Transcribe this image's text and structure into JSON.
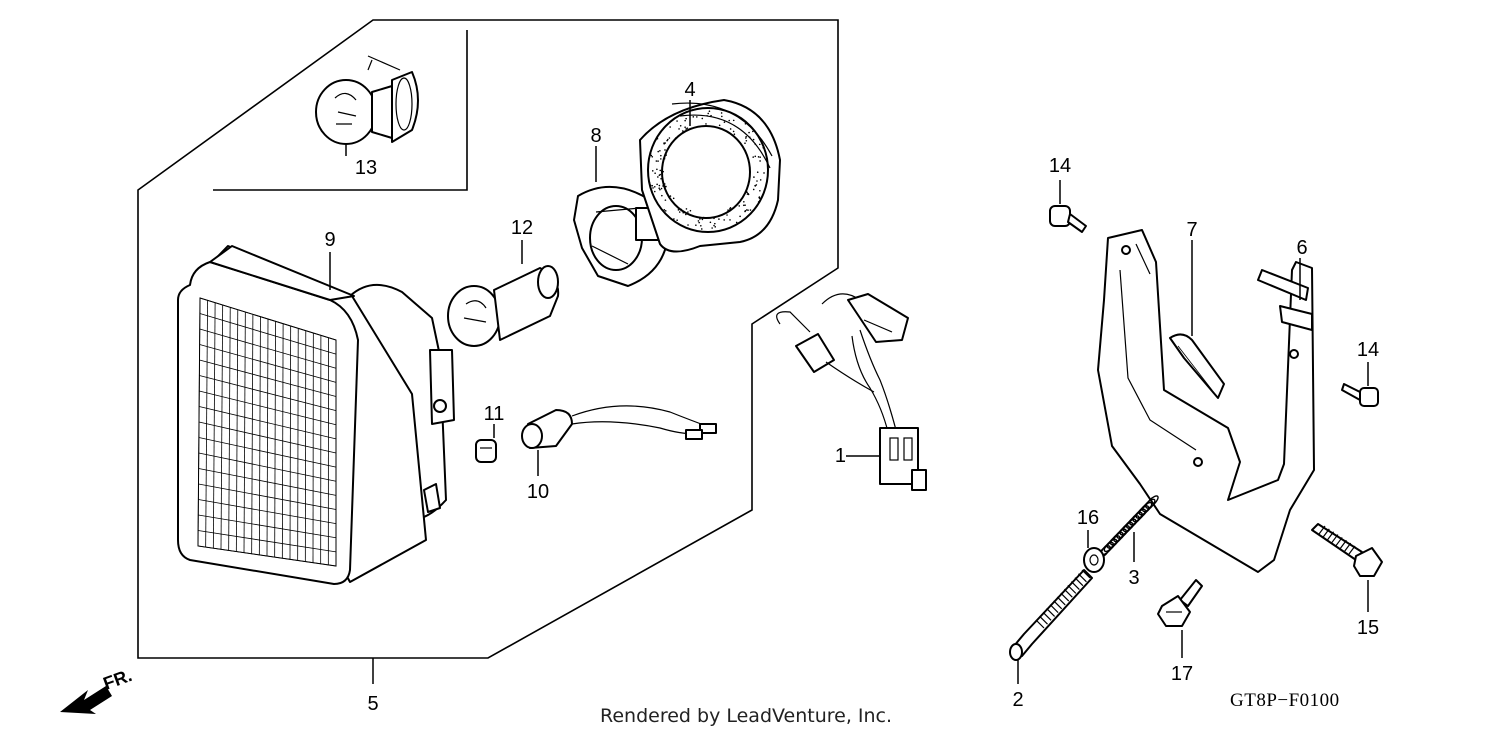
{
  "callouts": {
    "c1": "1",
    "c2": "2",
    "c3": "3",
    "c4": "4",
    "c5": "5",
    "c6": "6",
    "c7": "7",
    "c8": "8",
    "c9": "9",
    "c10": "10",
    "c11": "11",
    "c12": "12",
    "c13": "13",
    "c14a": "14",
    "c14b": "14",
    "c15": "15",
    "c16": "16",
    "c17": "17"
  },
  "direction_label": "FR.",
  "diagram_code": "GT8P−F0100",
  "credit": "Rendered by LeadVenture, Inc."
}
